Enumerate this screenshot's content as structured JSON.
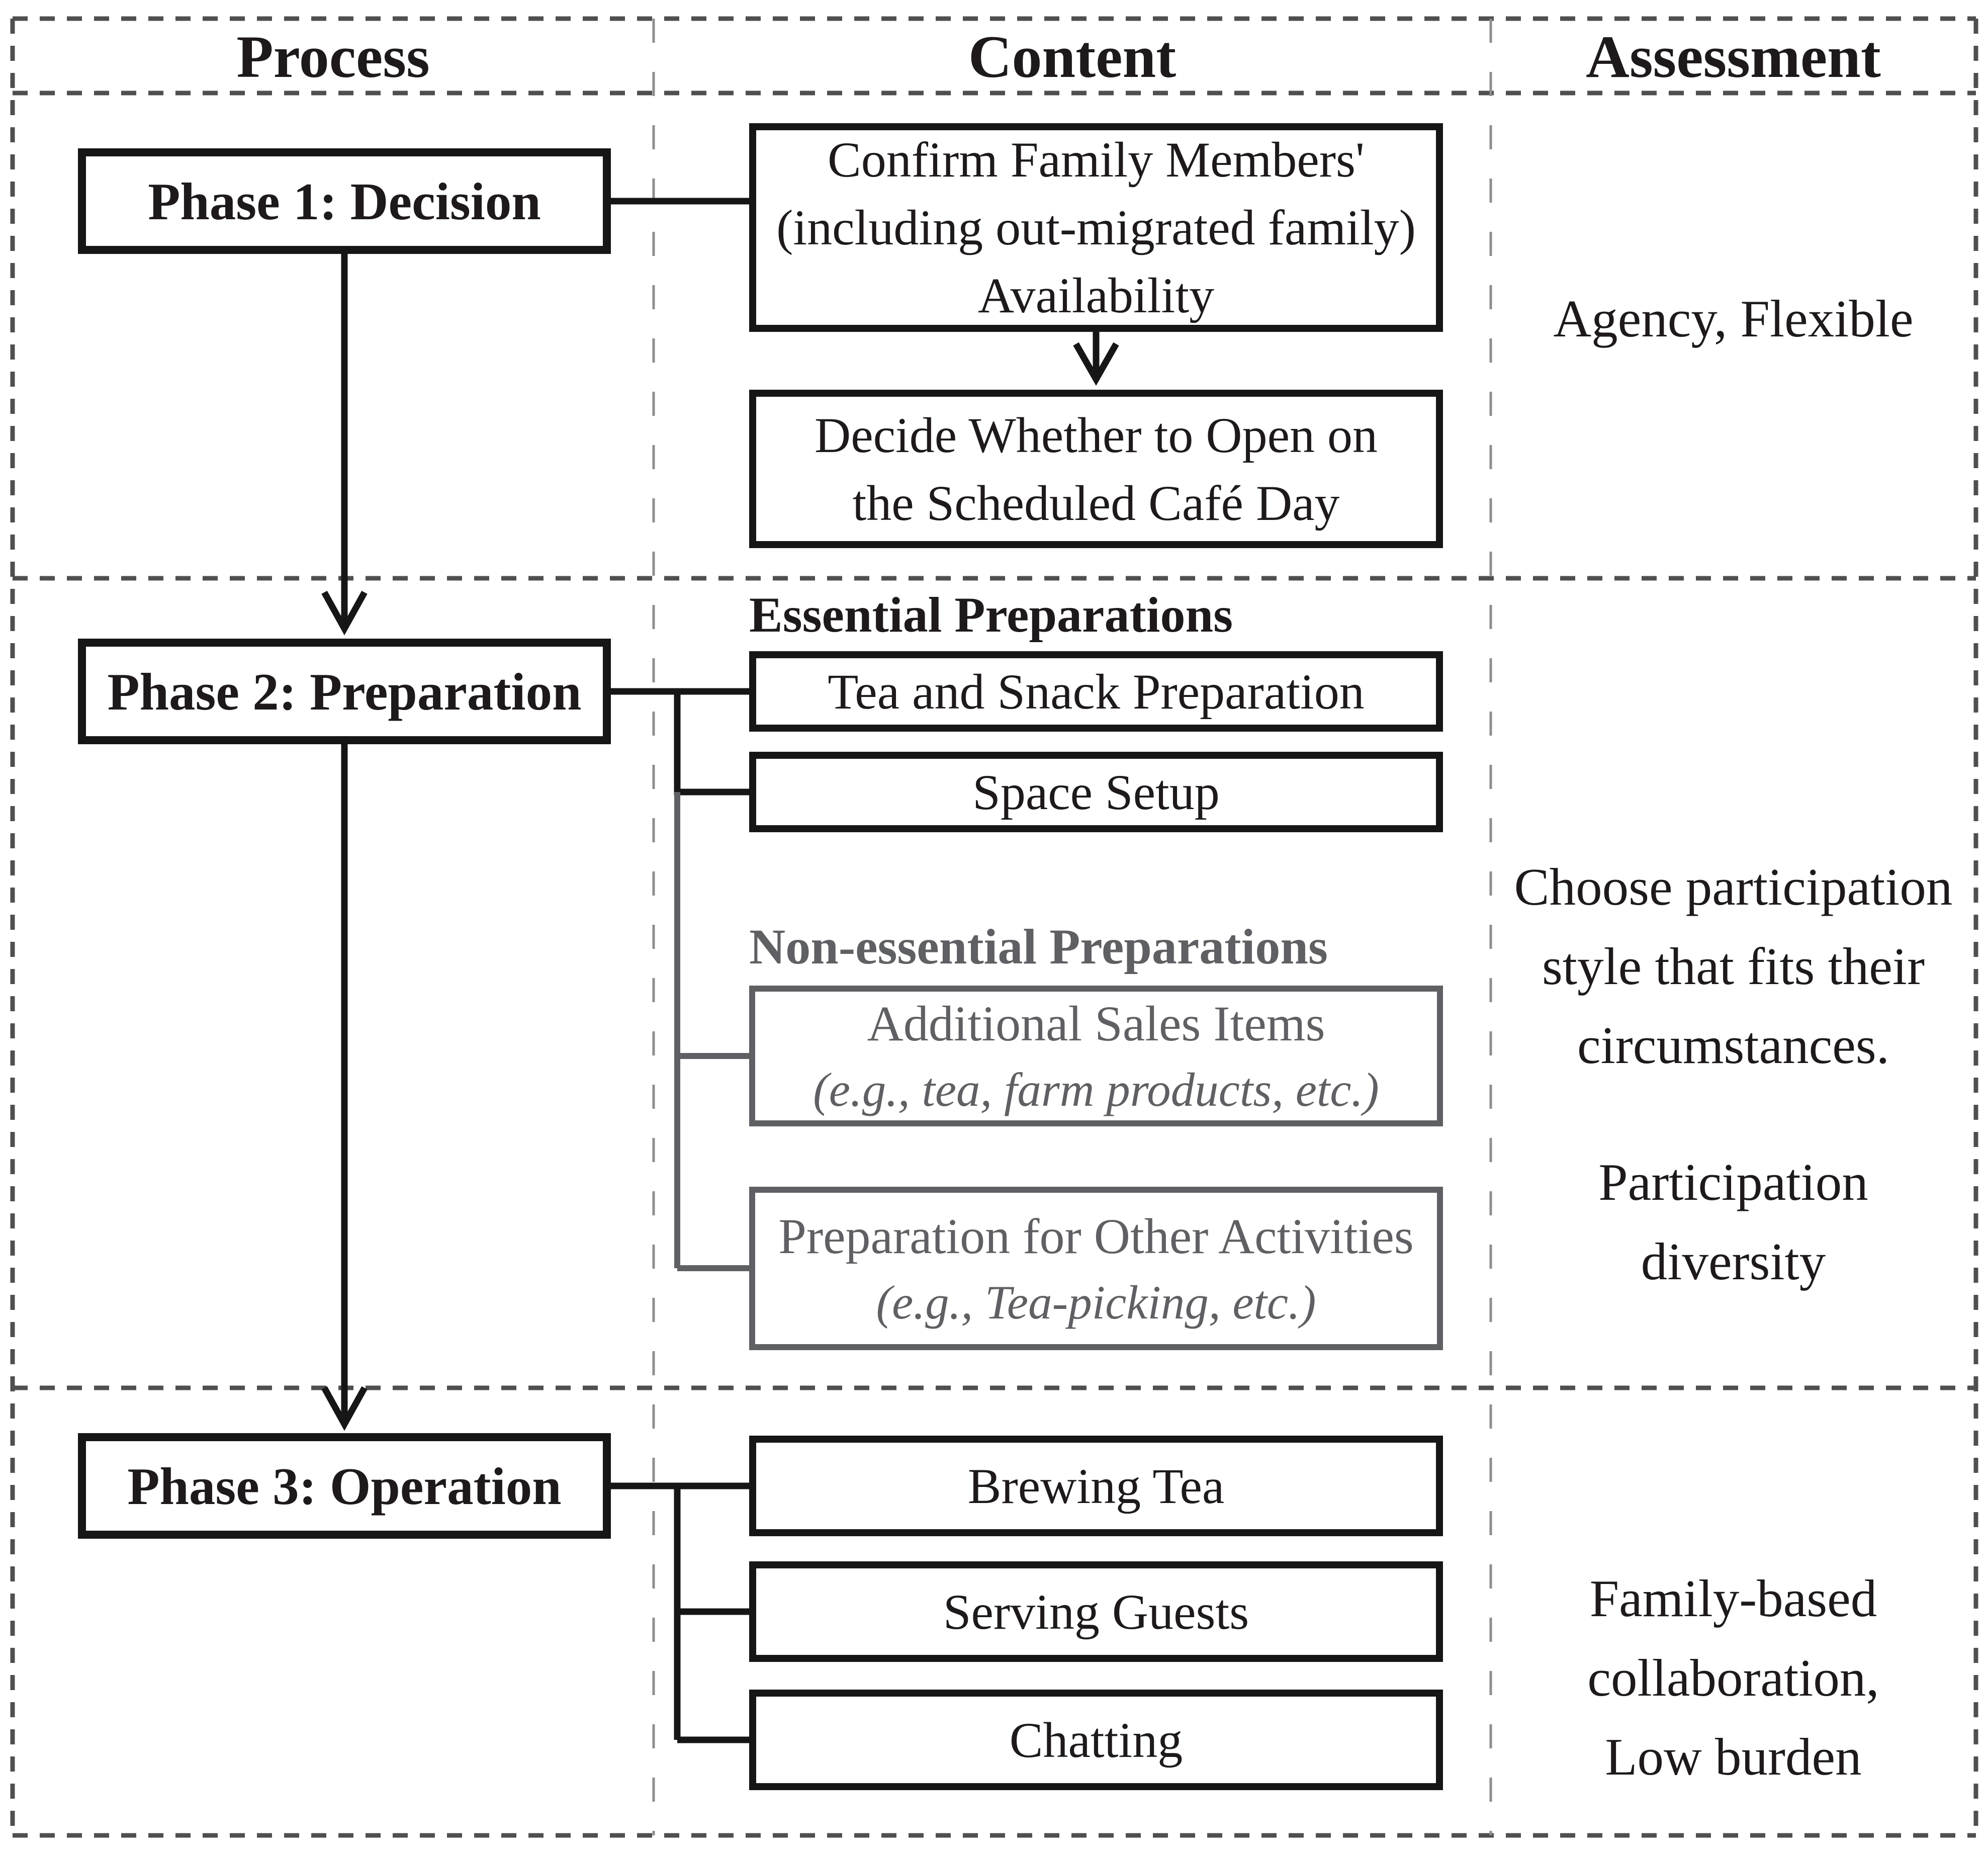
{
  "colors": {
    "ink": "#1e1a1b",
    "line_black": "#161616",
    "gray": "#5f6063",
    "dash_dark": "#4f4f4f",
    "dash_light": "#8d8d8d",
    "background": "#ffffff"
  },
  "headers": {
    "process": "Process",
    "content": "Content",
    "assessment": "Assessment"
  },
  "phase1": {
    "box": "Phase 1: Decision",
    "confirm": {
      "line1": "Confirm Family Members'",
      "line2": "(including out-migrated family)",
      "line3": "Availability"
    },
    "decide": {
      "line1": "Decide Whether to Open on",
      "line2": "the Scheduled Café Day"
    },
    "assessment": "Agency, Flexible"
  },
  "phase2": {
    "box": "Phase 2: Preparation",
    "essential_label": "Essential Preparations",
    "tea_snack": "Tea and Snack Preparation",
    "space_setup": "Space Setup",
    "nonessential_label": "Non-essential Preparations",
    "additional_sales": {
      "line1": "Additional Sales Items",
      "line2": "(e.g., tea, farm products, etc.)"
    },
    "other_activities": {
      "line1": "Preparation for Other Activities",
      "line2": "(e.g., Tea-picking, etc.)"
    },
    "assessment_choose": {
      "line1": "Choose participation",
      "line2": "style that fits their",
      "line3": "circumstances."
    },
    "assessment_diversity": "Participation diversity"
  },
  "phase3": {
    "box": "Phase 3: Operation",
    "brewing": "Brewing Tea",
    "serving": "Serving Guests",
    "chatting": "Chatting",
    "assessment": {
      "line1": "Family-based",
      "line2": "collaboration,",
      "line3": "Low burden"
    }
  }
}
